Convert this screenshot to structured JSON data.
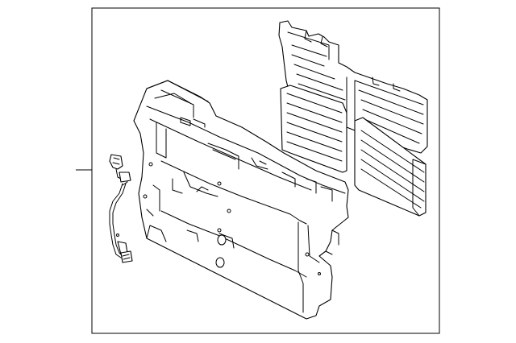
{
  "diagram": {
    "parts": [
      {
        "icon": "radiator-shutter-assembly"
      },
      {
        "icon": "shutter-louver-upper"
      },
      {
        "icon": "shutter-louver-lower"
      },
      {
        "icon": "wiring-harness"
      }
    ],
    "callout": {
      "icon": "callout-leader-line"
    }
  }
}
